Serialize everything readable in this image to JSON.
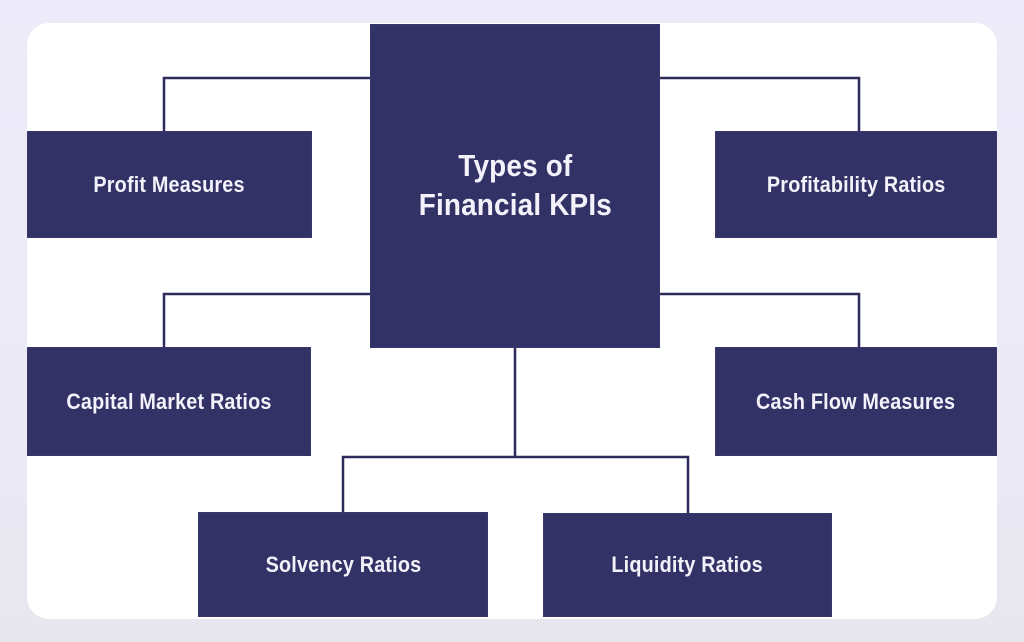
{
  "diagram": {
    "title": "Types of Financial KPIs",
    "center": {
      "label_line1": "Types of",
      "label_line2": "Financial KPIs"
    },
    "nodes": {
      "profit_measures": "Profit Measures",
      "profitability_ratios": "Profitability Ratios",
      "capital_market_ratios": "Capital Market Ratios",
      "cash_flow_measures": "Cash Flow Measures",
      "solvency_ratios": "Solvency Ratios",
      "liquidity_ratios": "Liquidity Ratios"
    },
    "colors": {
      "node_fill": "#333266",
      "node_text": "#f3f2fa",
      "connector": "#2d2b5c",
      "card_background": "#ffffff",
      "page_background": "#ebe9f6"
    }
  }
}
